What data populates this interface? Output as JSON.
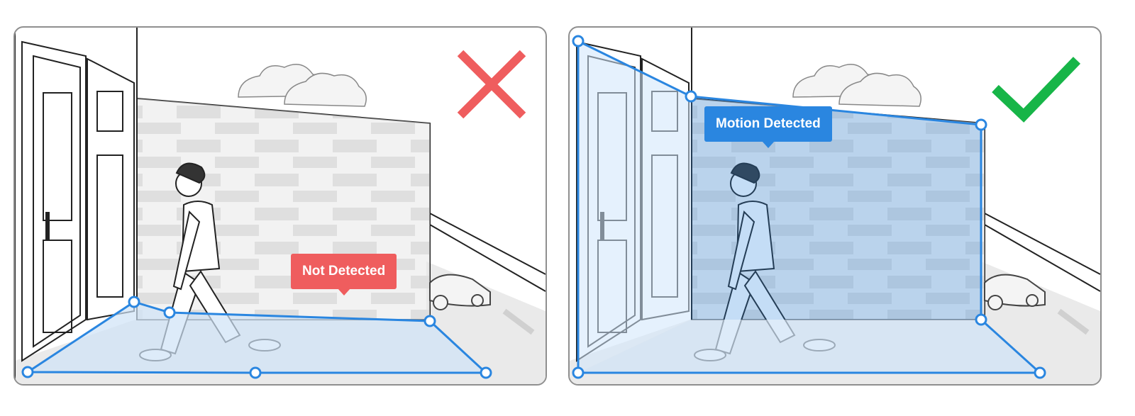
{
  "panels": [
    {
      "status_label": "Not Detected",
      "verdict": "incorrect",
      "verdict_icon": "cross-icon",
      "verdict_color": "#ef5d5e",
      "tooltip_color": "#ef5d5e"
    },
    {
      "status_label": "Motion Detected",
      "verdict": "correct",
      "verdict_icon": "check-icon",
      "verdict_color": "#17b548",
      "tooltip_color": "#2a86e0"
    }
  ],
  "colors": {
    "zone_stroke": "#2a86e0",
    "zone_fill_light": "#cfe3f6",
    "panel_border": "#8f8f8f"
  }
}
